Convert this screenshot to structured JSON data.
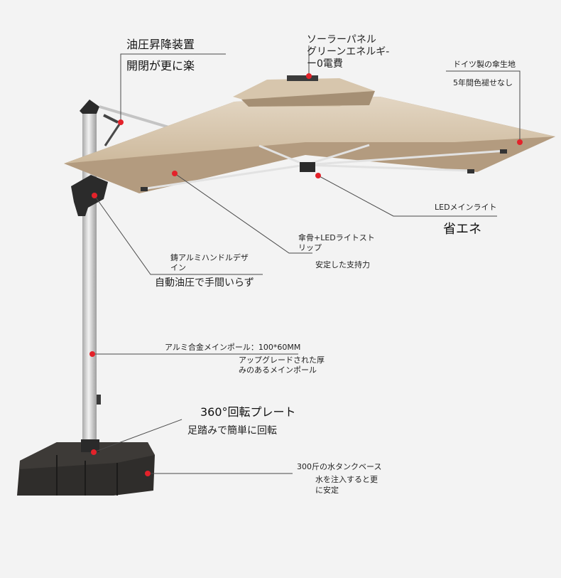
{
  "hydraulic": {
    "title": "油圧昇降装置",
    "sub": "開閉が更に楽"
  },
  "solar": {
    "line1": "ソーラーパネル",
    "line2": "グリーンエネルギ-",
    "line3": "ー0電費"
  },
  "fabric": {
    "title": "ドイツ製の傘生地",
    "sub": "5年間色褪せなし"
  },
  "led_light": {
    "title": "LEDメインライト",
    "sub": "省エネ"
  },
  "ribs": {
    "line1": "傘骨+LEDライトスト",
    "line2": "リップ",
    "sub": "安定した支持力"
  },
  "handle": {
    "line1": "鋳アルミハンドルデザ",
    "line2": "イン",
    "sub": "自動油圧で手間いらず"
  },
  "pole": {
    "title": "アルミ合金メインポール：100*60MM",
    "line1": "アップグレードされた厚",
    "line2": "みのあるメインポール"
  },
  "rotation": {
    "title": "360°回転プレート",
    "sub": "足踏みで簡単に回転"
  },
  "base": {
    "title": "300斤の水タンクベース",
    "line1": "水を注入すると更",
    "line2": "に安定"
  },
  "colors": {
    "canopy": "#d9c9b3",
    "canopy_under": "#b59d80",
    "pole": "#d6d6d6",
    "base": "#2e2c2a",
    "marker": "#e3222a"
  }
}
